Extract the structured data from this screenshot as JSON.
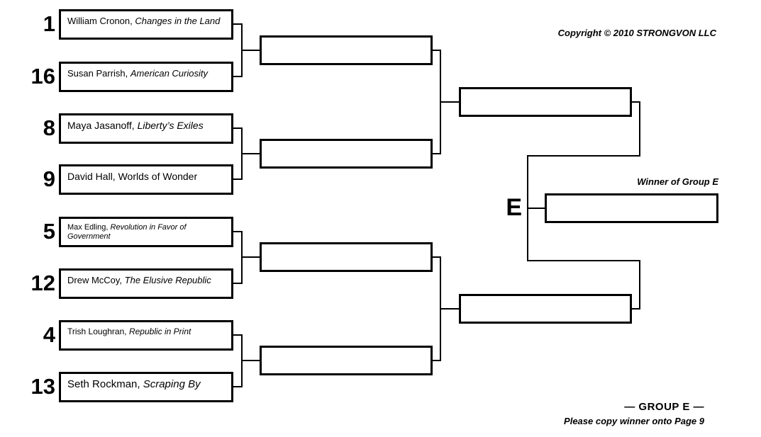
{
  "page": {
    "background_color": "#ffffff",
    "line_color": "#000000"
  },
  "copyright": "Copyright © 2010 STRONGVON LLC",
  "bracket": {
    "group_letter": "E",
    "winner_label": "Winner of Group E",
    "entries": [
      {
        "seed": "1",
        "author": "William Cronon,",
        "title": "Changes in the Land",
        "title_italic": true
      },
      {
        "seed": "16",
        "author": "Susan Parrish,",
        "title": "American Curiosity",
        "title_italic": true
      },
      {
        "seed": "8",
        "author": "Maya Jasanoff,",
        "title": "Liberty’s Exiles",
        "title_italic": true
      },
      {
        "seed": "9",
        "author": "David Hall,",
        "title": "Worlds of Wonder",
        "title_italic": false
      },
      {
        "seed": "5",
        "author": "Max Edling,",
        "title": "Revolution in Favor of Government",
        "title_italic": true
      },
      {
        "seed": "12",
        "author": "Drew McCoy,",
        "title": "The Elusive Republic",
        "title_italic": true
      },
      {
        "seed": "4",
        "author": "Trish Loughran,",
        "title": "Republic in Print",
        "title_italic": true
      },
      {
        "seed": "13",
        "author": "Seth Rockman,",
        "title": "Scraping By",
        "title_italic": true
      }
    ]
  },
  "footer": {
    "group_label": "— GROUP E —",
    "instruction": "Please copy winner onto Page 9"
  }
}
